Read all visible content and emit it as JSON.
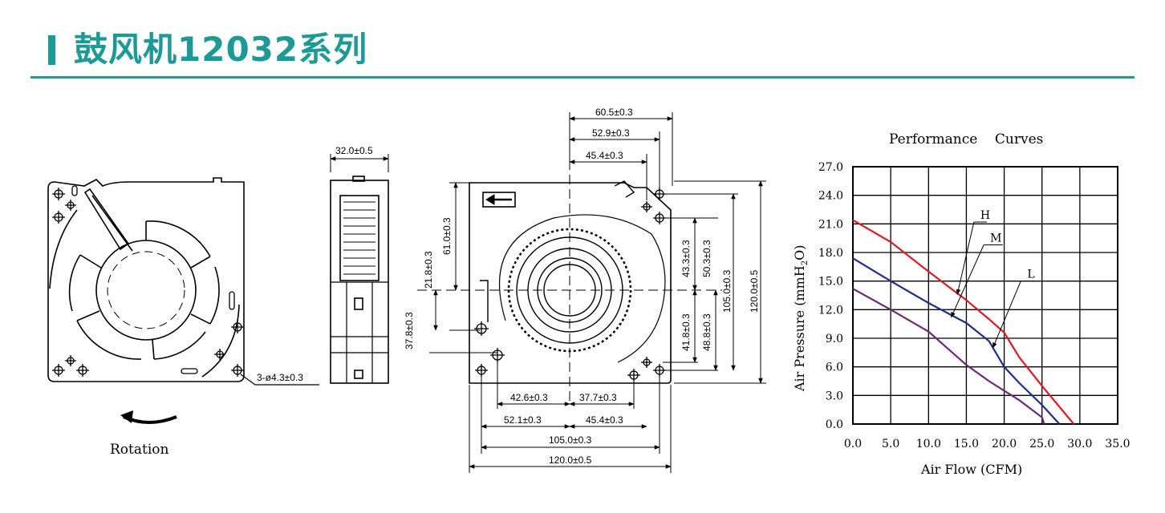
{
  "page_title": "鼓风机12032系列",
  "colors": {
    "accent": "#1b9a96",
    "H": "#e0191f",
    "M": "#1f2e8f",
    "L": "#6a2a78"
  },
  "front_view": {
    "hole_label": "3-ø4.3±0.3",
    "rotation_label": "Rotation"
  },
  "side_view": {
    "width_label": "32.0±0.5"
  },
  "outline_view": {
    "dims": {
      "top_60_5": "60.5±0.3",
      "top_52_9": "52.9±0.3",
      "top_45_4": "45.4±0.3",
      "left_61_0": "61.0±0.3",
      "left_21_8": "21.8±0.3",
      "left_37_8": "37.8±0.3",
      "right_43_3": "43.3±0.3",
      "right_50_3": "50.3±0.3",
      "right_41_8": "41.8±0.3",
      "right_48_8": "48.8±0.3",
      "right_105": "105.0±0.3",
      "right_120": "120.0±0.5",
      "bot_42_6": "42.6±0.3",
      "bot_37_7": "37.7±0.3",
      "bot_52_1": "52.1±0.3",
      "bot_45_4": "45.4±0.3",
      "bot_105": "105.0±0.3",
      "bot_120": "120.0±0.5"
    }
  },
  "chart_data": {
    "type": "line",
    "title": "Performance    Curves",
    "xlabel": "Air Flow (CFM)",
    "ylabel": "Air Pressure (mmH",
    "ylabel_sub": "2",
    "ylabel_tail": "O)",
    "xlim": [
      0,
      35
    ],
    "ylim": [
      0,
      27
    ],
    "xticks": [
      "0.0",
      "5.0",
      "10.0",
      "15.0",
      "20.0",
      "25.0",
      "30.0",
      "35.0"
    ],
    "yticks": [
      "0.0",
      "3.0",
      "6.0",
      "9.0",
      "12.0",
      "15.0",
      "18.0",
      "21.0",
      "24.0",
      "27.0"
    ],
    "grid": true,
    "series": [
      {
        "name": "H",
        "color": "#e0191f",
        "x": [
          0,
          5,
          10,
          15,
          18,
          20,
          22,
          25,
          29.2
        ],
        "y": [
          21.4,
          19.1,
          16.0,
          13.0,
          11.0,
          9.6,
          7.0,
          4.0,
          0
        ]
      },
      {
        "name": "M",
        "color": "#1f2e8f",
        "x": [
          0,
          5,
          10,
          15,
          18,
          20,
          22,
          25,
          27.3
        ],
        "y": [
          17.4,
          15.0,
          12.7,
          10.6,
          8.7,
          6.0,
          4.3,
          2.0,
          0
        ]
      },
      {
        "name": "L",
        "color": "#6a2a78",
        "x": [
          0,
          5,
          10,
          15,
          18,
          20,
          22,
          25,
          25.3
        ],
        "y": [
          14.2,
          12.0,
          9.7,
          6.2,
          4.5,
          3.5,
          2.5,
          0.7,
          0
        ]
      }
    ]
  }
}
